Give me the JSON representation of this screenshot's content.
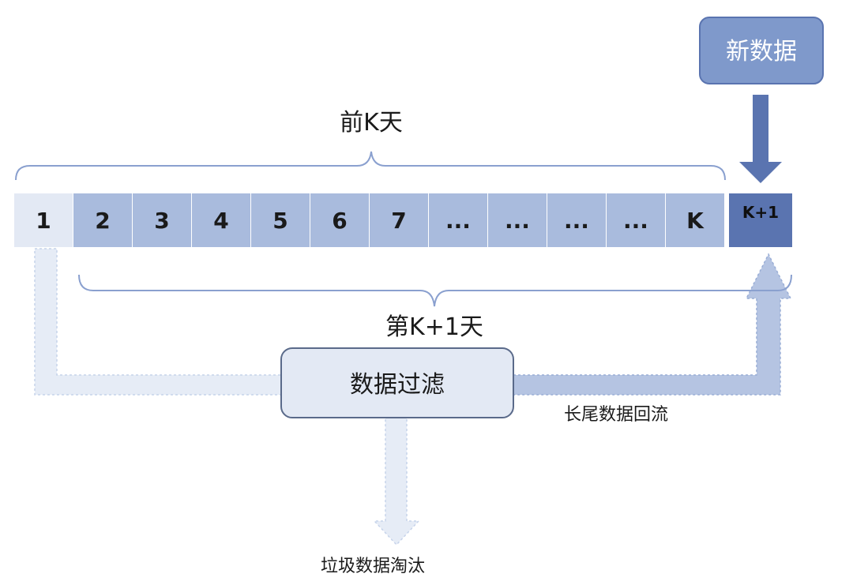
{
  "top_brace_label": "前K天",
  "bottom_brace_label": "第K+1天",
  "new_data_label": "新数据",
  "filter_label": "数据过滤",
  "recycle_label": "长尾数据回流",
  "discard_label": "垃圾数据淘汰",
  "cells": [
    {
      "label": "1",
      "color": "#e3e9f4"
    },
    {
      "label": "2",
      "color": "#a9bbdd"
    },
    {
      "label": "3",
      "color": "#a9bbdd"
    },
    {
      "label": "4",
      "color": "#a9bbdd"
    },
    {
      "label": "5",
      "color": "#a9bbdd"
    },
    {
      "label": "6",
      "color": "#a9bbdd"
    },
    {
      "label": "7",
      "color": "#a9bbdd"
    },
    {
      "label": "...",
      "color": "#a9bbdd"
    },
    {
      "label": "...",
      "color": "#a9bbdd"
    },
    {
      "label": "...",
      "color": "#a9bbdd"
    },
    {
      "label": "...",
      "color": "#a9bbdd"
    },
    {
      "label": "K",
      "color": "#a9bbdd"
    }
  ],
  "kplus1": {
    "label": "K+1",
    "color": "#5a74b0"
  },
  "colors": {
    "brace": "#8aa0cf",
    "new_data_fill": "#7f99cb",
    "new_data_text": "#ffffff",
    "down_arrow": "#5a74b0",
    "filter_fill": "#e3e9f4",
    "filter_stroke": "#5a6a8a",
    "flow_light": "#e6ecf6",
    "flow_mid": "#b5c4e2",
    "flow_dash": "#9aaed6"
  }
}
